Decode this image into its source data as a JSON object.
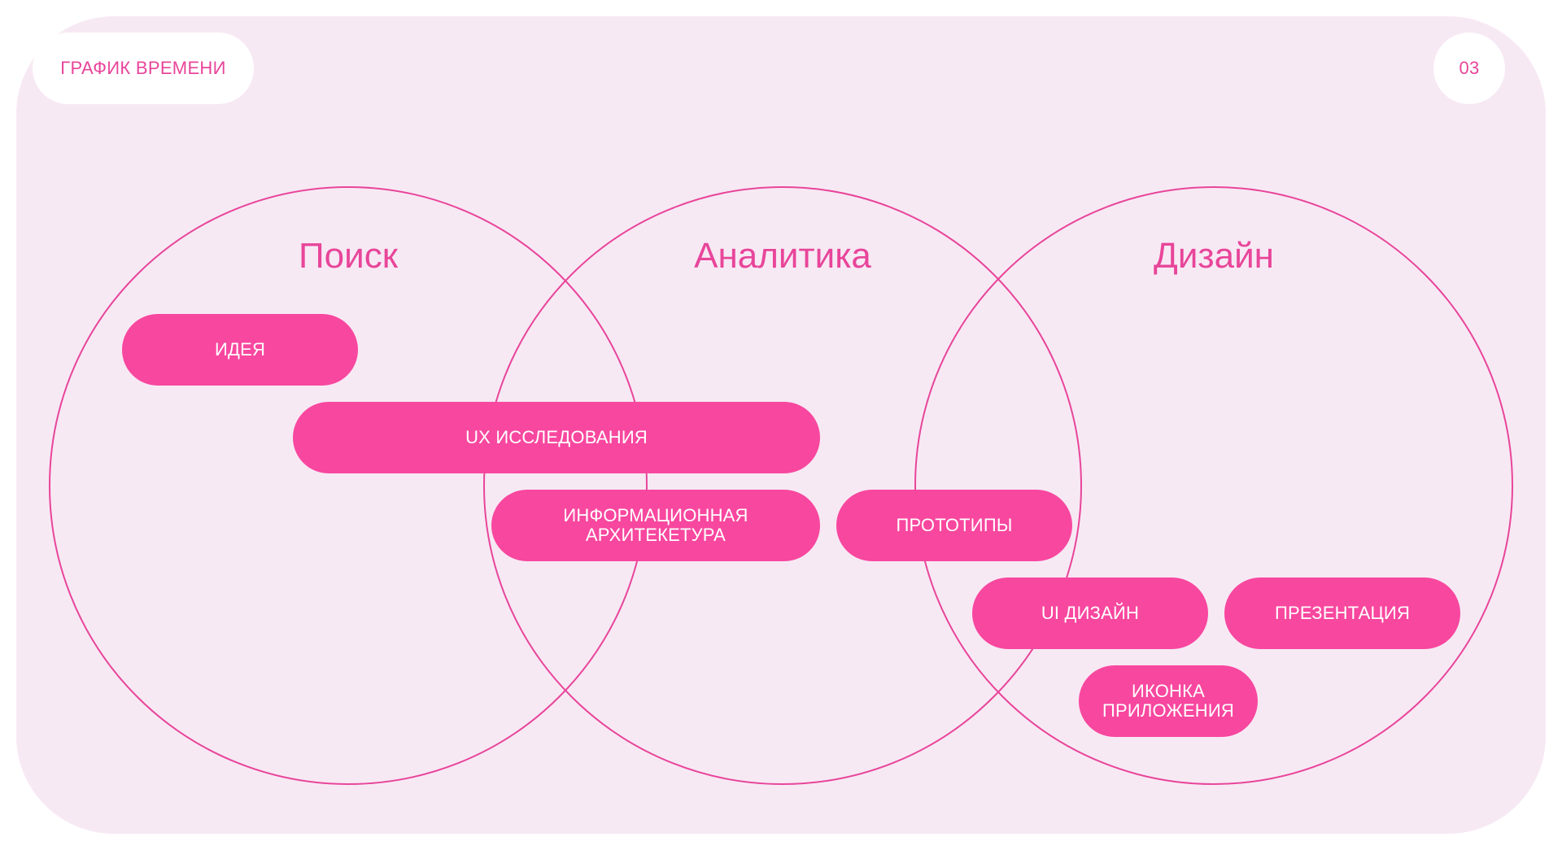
{
  "header": {
    "title": "ГРАФИК ВРЕМЕНИ",
    "page_number": "03"
  },
  "colors": {
    "accent": "#f8479f",
    "text_accent": "#e8459a",
    "stroke": "#e8459a",
    "background": "#f7e9f4"
  },
  "stages": [
    {
      "label": "Поиск"
    },
    {
      "label": "Аналитика"
    },
    {
      "label": "Дизайн"
    }
  ],
  "tasks": [
    {
      "label": "ИДЕЯ"
    },
    {
      "label": "UX ИССЛЕДОВАНИЯ"
    },
    {
      "label": "ИНФОРМАЦИОННАЯ\nАРХИТЕКЕТУРА"
    },
    {
      "label": "ПРОТОТИПЫ"
    },
    {
      "label": "UI ДИЗАЙН"
    },
    {
      "label": "ПРЕЗЕНТАЦИЯ"
    },
    {
      "label": "ИКОНКА\nПРИЛОЖЕНИЯ"
    }
  ]
}
